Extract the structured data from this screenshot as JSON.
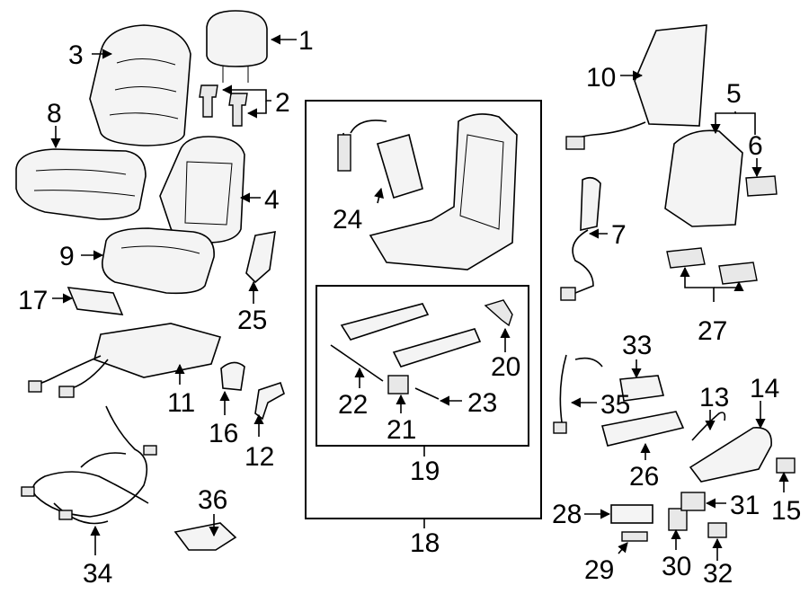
{
  "diagram": {
    "callouts": {
      "c1": "1",
      "c2": "2",
      "c3": "3",
      "c4": "4",
      "c5": "5",
      "c6": "6",
      "c7": "7",
      "c8": "8",
      "c9": "9",
      "c10": "10",
      "c11": "11",
      "c12": "12",
      "c13": "13",
      "c14": "14",
      "c15": "15",
      "c16": "16",
      "c17": "17",
      "c18": "18",
      "c19": "19",
      "c20": "20",
      "c21": "21",
      "c22": "22",
      "c23": "23",
      "c24": "24",
      "c25": "25",
      "c26": "26",
      "c27": "27",
      "c28": "28",
      "c29": "29",
      "c30": "30",
      "c31": "31",
      "c32": "32",
      "c33": "33",
      "c34": "34",
      "c35": "35",
      "c36": "36"
    }
  }
}
